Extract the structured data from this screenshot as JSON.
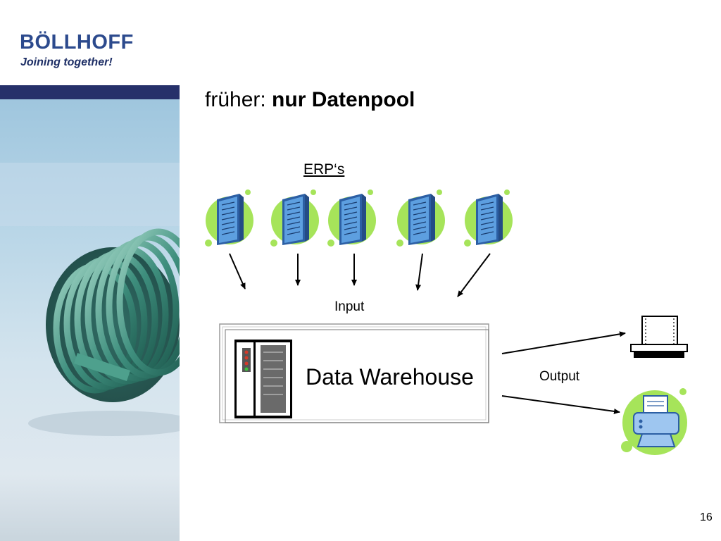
{
  "brand": {
    "name": "BÖLLHOFF",
    "tagline": "Joining together!"
  },
  "slide": {
    "title_prefix": "früher: ",
    "title_bold": "nur Datenpool",
    "page_number": "16"
  },
  "diagram": {
    "sources_label": "ERP‘s",
    "input_label": "Input",
    "warehouse_label": "Data Warehouse",
    "output_label": "Output",
    "server_count": 5
  },
  "colors": {
    "brand_blue": "#2c4a8d",
    "sidebar_bar": "#26306a",
    "accent_green": "#a6e45a",
    "server_blue": "#5d9fe0"
  }
}
